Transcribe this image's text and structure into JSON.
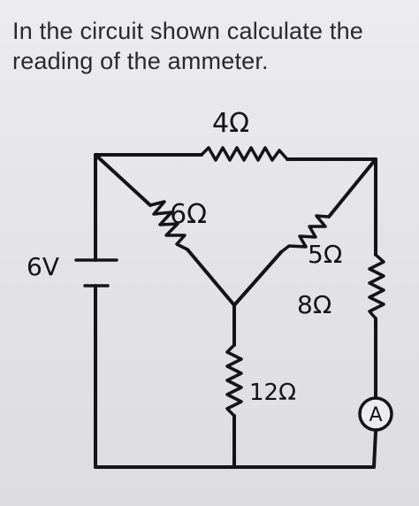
{
  "question": {
    "text": "In the circuit shown calculate the reading of the ammeter."
  },
  "circuit": {
    "resistors": [
      {
        "id": "r-top",
        "label": "4Ω"
      },
      {
        "id": "r-left-diag",
        "label": "6Ω"
      },
      {
        "id": "r-right-diag",
        "label": "5Ω"
      },
      {
        "id": "r-right-side",
        "label": "8Ω"
      },
      {
        "id": "r-center",
        "label": "12Ω"
      }
    ],
    "source": {
      "label": "6V"
    },
    "ammeter": {
      "symbol": "A"
    }
  }
}
